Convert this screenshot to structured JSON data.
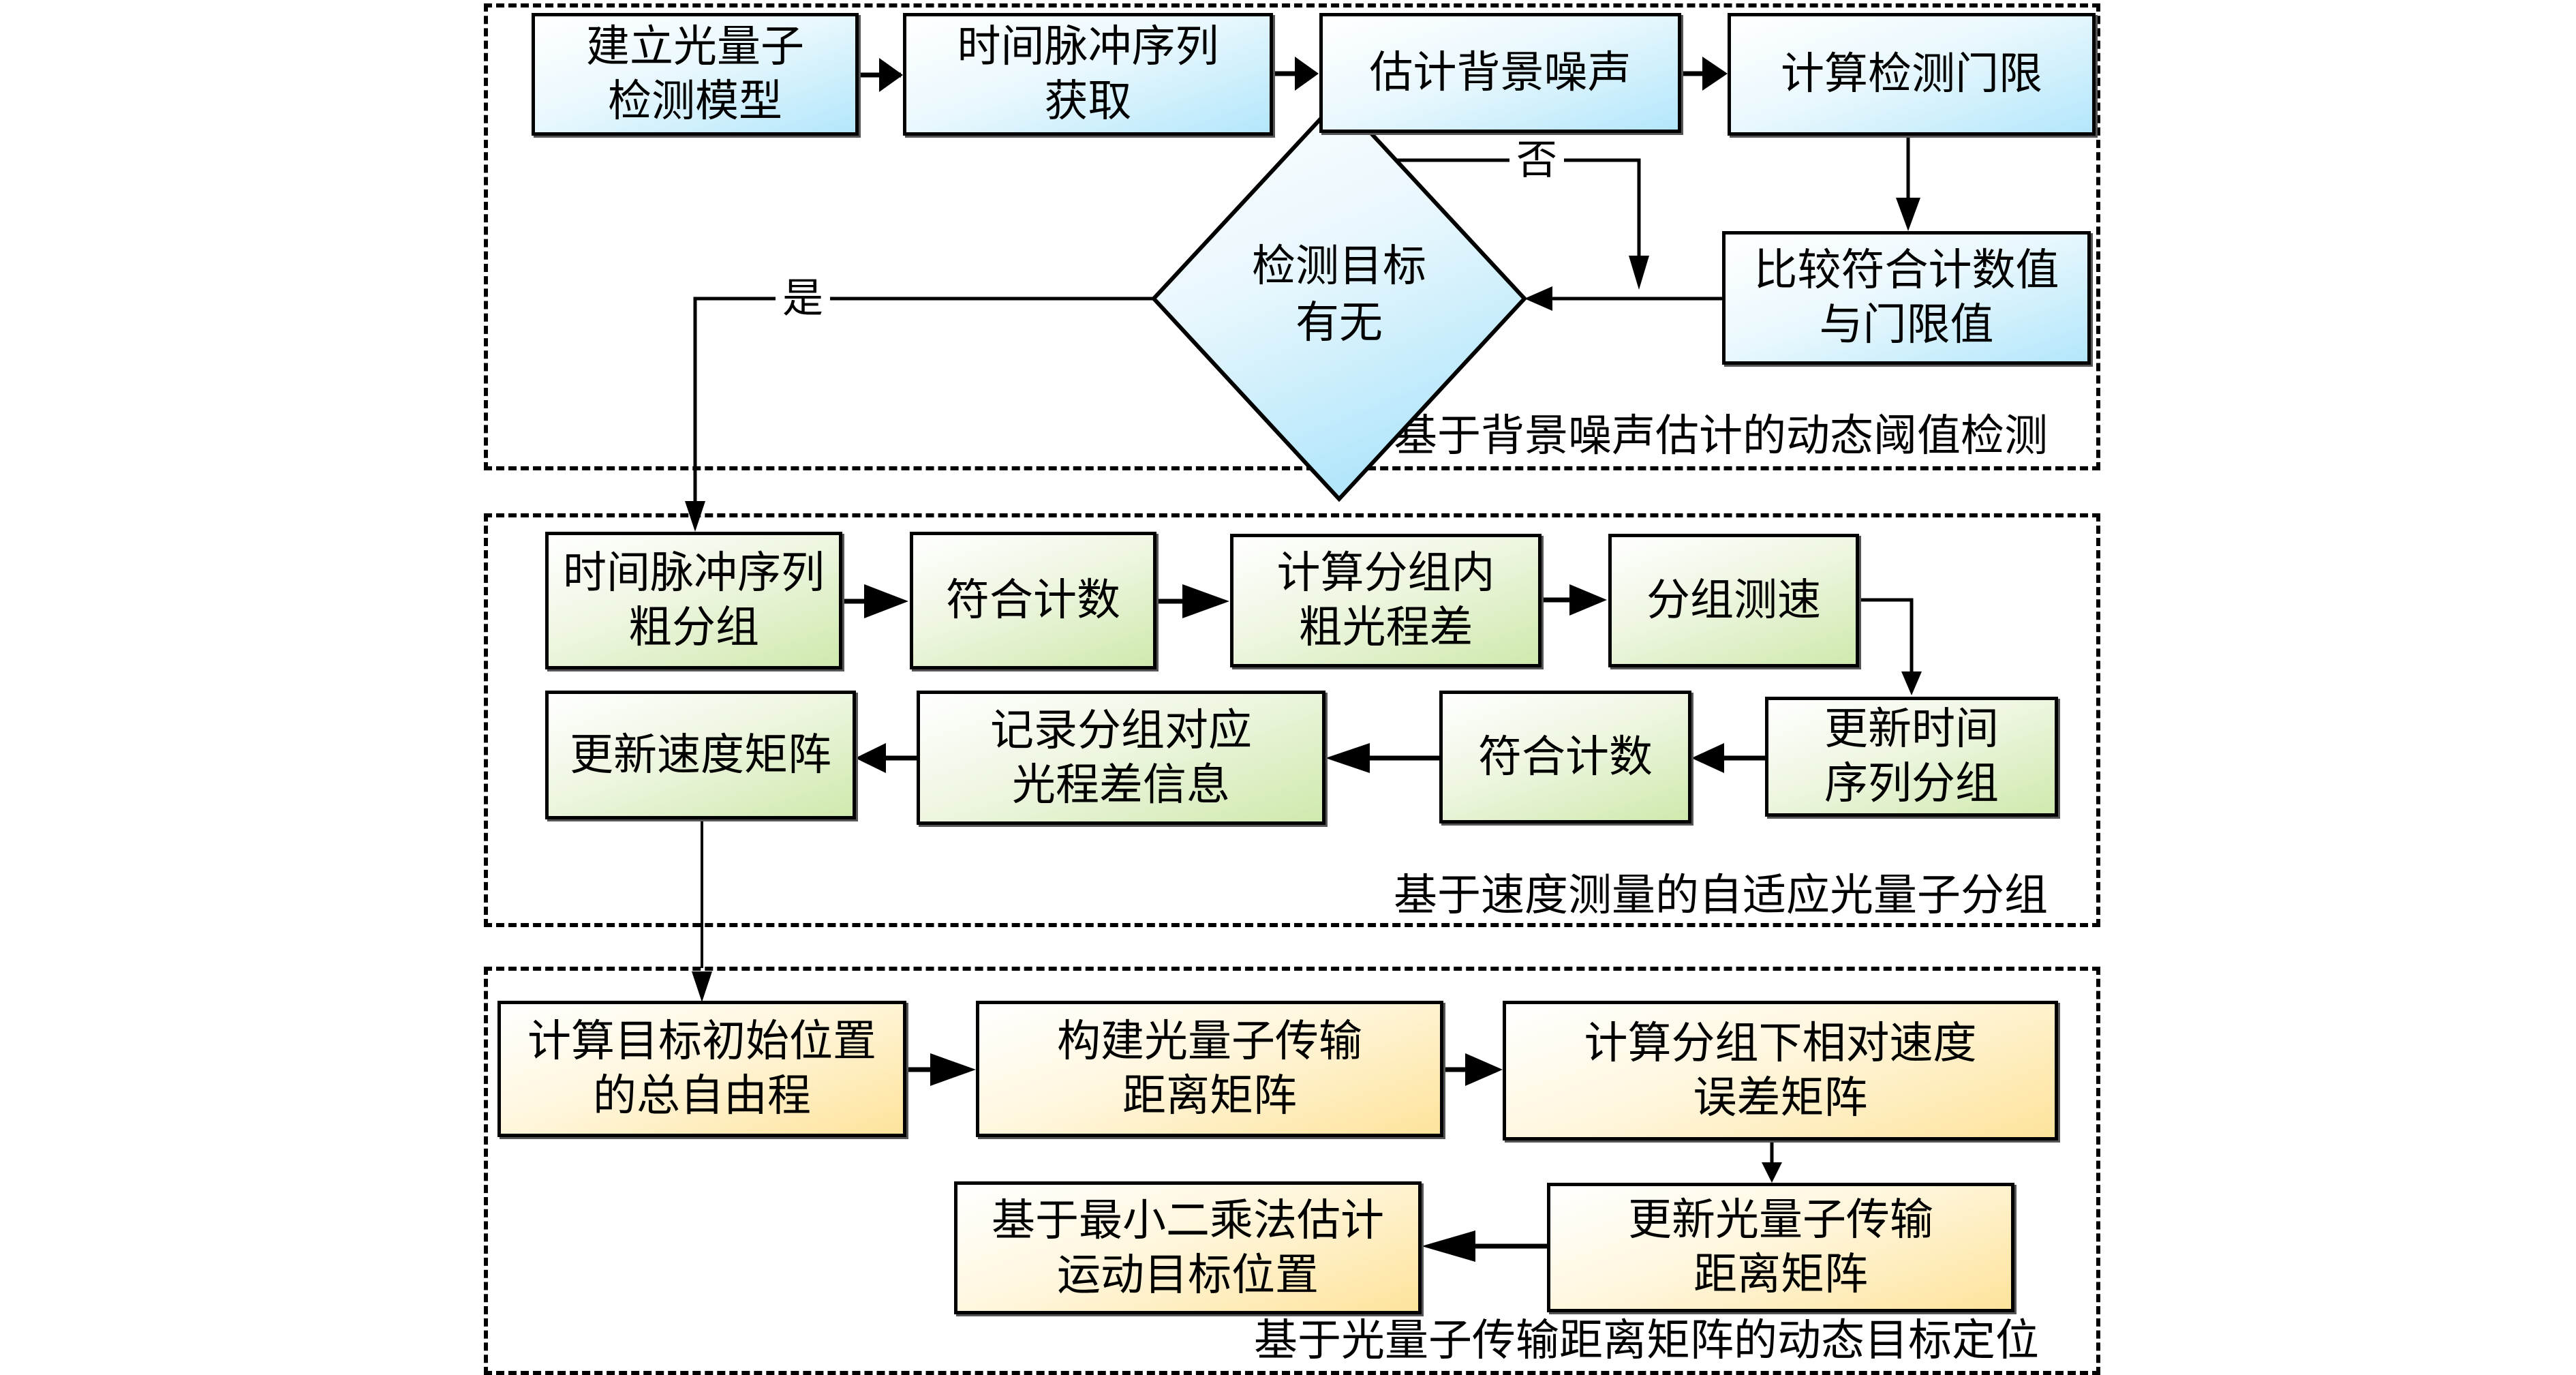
{
  "sections": [
    {
      "id": "detection",
      "label": "基于背景噪声估计的动态阈值检测",
      "color_theme": "#b3e6fb",
      "steps": [
        {
          "lines": [
            "建立光量子",
            "检测模型"
          ]
        },
        {
          "lines": [
            "时间脉冲序列",
            "获取"
          ]
        },
        {
          "lines": [
            "估计背景噪声"
          ]
        },
        {
          "lines": [
            "计算检测门限"
          ]
        },
        {
          "lines": [
            "比较符合计数值",
            "与门限值"
          ]
        }
      ],
      "decision": {
        "lines": [
          "检测目标",
          "有无"
        ],
        "yes_label": "是",
        "no_label": "否"
      }
    },
    {
      "id": "grouping",
      "label": "基于速度测量的自适应光量子分组",
      "color_theme": "#cfe9ad",
      "steps": [
        {
          "lines": [
            "时间脉冲序列",
            "粗分组"
          ]
        },
        {
          "lines": [
            "符合计数"
          ]
        },
        {
          "lines": [
            "计算分组内",
            "粗光程差"
          ]
        },
        {
          "lines": [
            "分组测速"
          ]
        },
        {
          "lines": [
            "更新时间",
            "序列分组"
          ]
        },
        {
          "lines": [
            "符合计数"
          ]
        },
        {
          "lines": [
            "记录分组对应",
            "光程差信息"
          ]
        },
        {
          "lines": [
            "更新速度矩阵"
          ]
        }
      ]
    },
    {
      "id": "localization",
      "label": "基于光量子传输距离矩阵的动态目标定位",
      "color_theme": "#fde39b",
      "steps": [
        {
          "lines": [
            "计算目标初始位置",
            "的总自由程"
          ]
        },
        {
          "lines": [
            "构建光量子传输",
            "距离矩阵"
          ]
        },
        {
          "lines": [
            "计算分组下相对速度",
            "误差矩阵"
          ]
        },
        {
          "lines": [
            "更新光量子传输",
            "距离矩阵"
          ]
        },
        {
          "lines": [
            "基于最小二乘法估计",
            "运动目标位置"
          ]
        }
      ]
    }
  ]
}
